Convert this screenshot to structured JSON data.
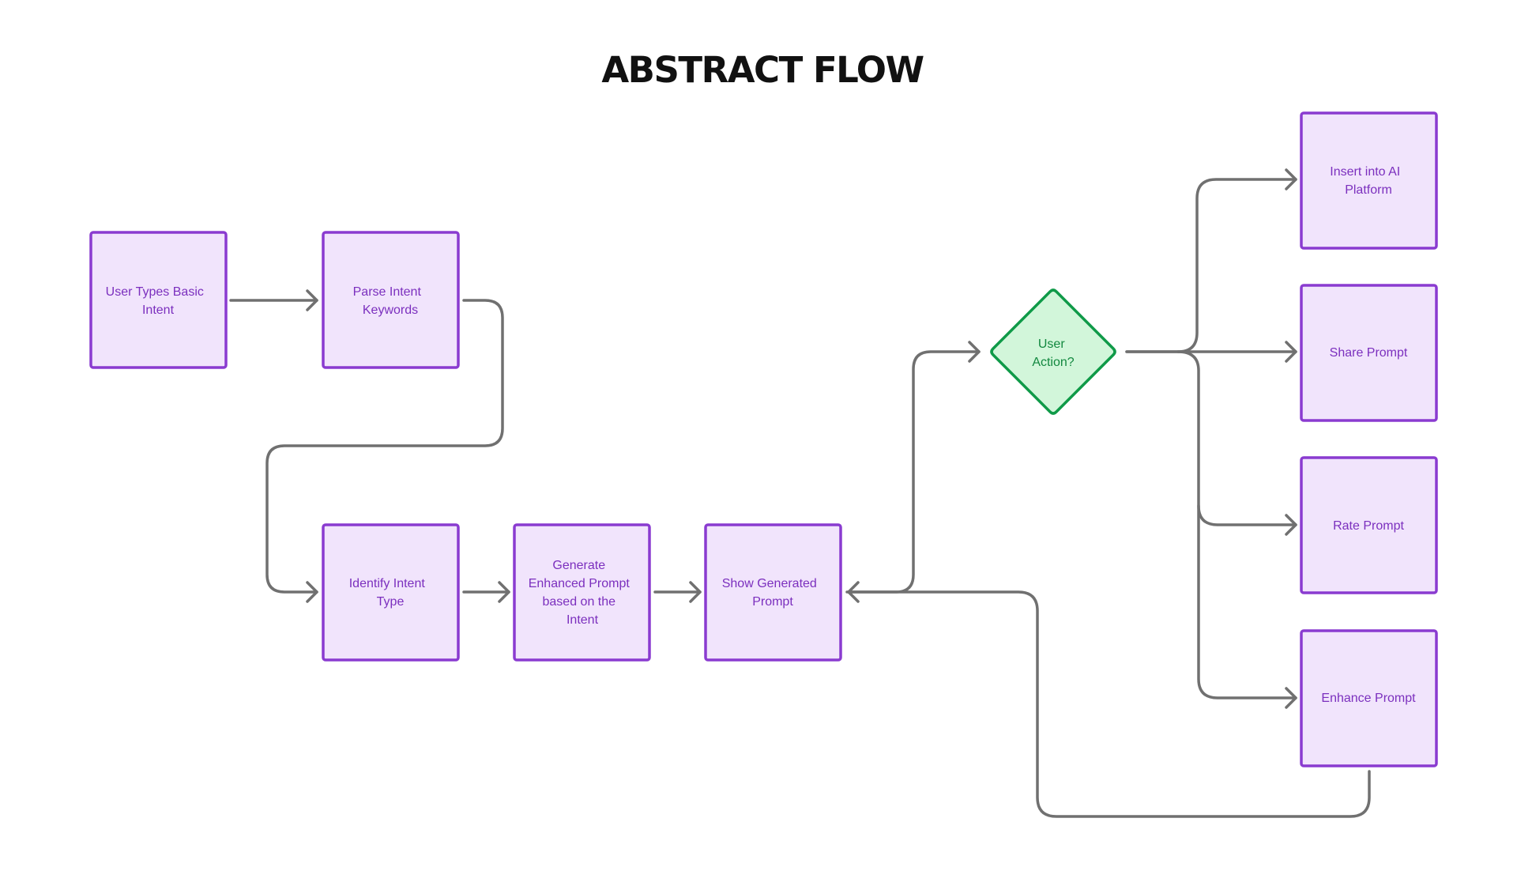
{
  "title": "ABSTRACT FLOW",
  "nodes": {
    "user_types_basic_intent": {
      "lines": [
        "User Types Basic",
        "Intent"
      ]
    },
    "parse_intent_keywords": {
      "lines": [
        "Parse Intent",
        "Keywords"
      ]
    },
    "identify_intent_type": {
      "lines": [
        "Identify Intent",
        "Type"
      ]
    },
    "generate_enhanced_prompt": {
      "lines": [
        "Generate",
        "Enhanced Prompt",
        "based on the",
        "Intent"
      ]
    },
    "show_generated_prompt": {
      "lines": [
        "Show Generated",
        "Prompt"
      ]
    },
    "user_action": {
      "lines": [
        "User",
        "Action?"
      ]
    },
    "insert_into_ai_platform": {
      "lines": [
        "Insert into AI",
        "Platform"
      ]
    },
    "share_prompt": {
      "lines": [
        "Share Prompt"
      ]
    },
    "rate_prompt": {
      "lines": [
        "Rate Prompt"
      ]
    },
    "enhance_prompt": {
      "lines": [
        "Enhance Prompt"
      ]
    }
  },
  "colors": {
    "box_fill": "#f1e4fc",
    "box_stroke": "#8a3bd0",
    "box_text": "#7b2fbe",
    "decision_fill": "#d2f6da",
    "decision_stroke": "#0f9a48",
    "decision_text": "#12883f",
    "connector": "#707070",
    "title": "#111111"
  }
}
